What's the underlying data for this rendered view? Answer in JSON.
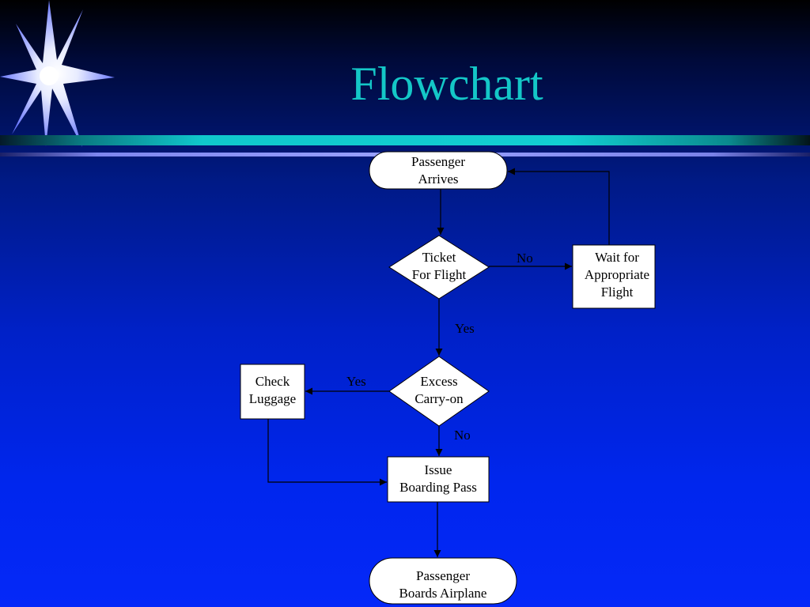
{
  "title": "Flowchart",
  "nodes": {
    "start": "Passenger\nArrives",
    "ticket_decision": "Ticket\nFor Flight",
    "wait": "Wait for\nAppropriate\nFlight",
    "carryon_decision": "Excess\nCarry-on",
    "check_luggage": "Check\nLuggage",
    "issue_pass": "Issue\nBoarding Pass",
    "end": "Passenger\nBoards Airplane"
  },
  "edge_labels": {
    "ticket_no": "No",
    "ticket_yes": "Yes",
    "carryon_yes": "Yes",
    "carryon_no": "No"
  },
  "colors": {
    "title": "#14c7c7",
    "shape_fill": "#ffffff",
    "line": "#000000"
  },
  "decor": {
    "logo_icon": "starburst-icon"
  }
}
